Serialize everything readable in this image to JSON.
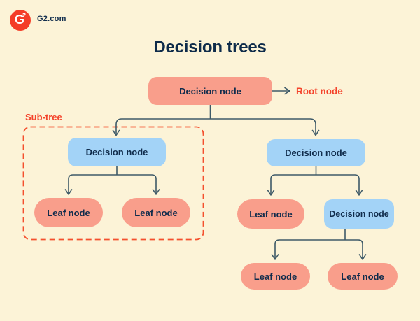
{
  "page": {
    "background_color": "#FCF3D7"
  },
  "header": {
    "logo_letter": "G",
    "logo_superscript": "2",
    "logo_text": "G2.com",
    "logo_color": "#F43D27"
  },
  "title": "Decision trees",
  "annotations": {
    "root_pointer_label": "Root node",
    "subtree_label": "Sub-tree"
  },
  "colors": {
    "root_decision_fill": "#F99E8B",
    "decision_fill": "#A3D3F7",
    "leaf_fill": "#F99E8B",
    "node_text": "#102C4C",
    "accent_red": "#F4432B",
    "dashed_box": "#F4502E",
    "connector": "#3E5A68"
  },
  "nodes": {
    "root": {
      "label": "Decision node",
      "type": "decision"
    },
    "left_decision": {
      "label": "Decision node",
      "type": "decision"
    },
    "left_leaf_1": {
      "label": "Leaf node",
      "type": "leaf"
    },
    "left_leaf_2": {
      "label": "Leaf node",
      "type": "leaf"
    },
    "right_decision": {
      "label": "Decision node",
      "type": "decision"
    },
    "right_leaf": {
      "label": "Leaf node",
      "type": "leaf"
    },
    "right_decision_2": {
      "label": "Decision node",
      "type": "decision"
    },
    "bottom_leaf_1": {
      "label": "Leaf node",
      "type": "leaf"
    },
    "bottom_leaf_2": {
      "label": "Leaf node",
      "type": "leaf"
    }
  }
}
